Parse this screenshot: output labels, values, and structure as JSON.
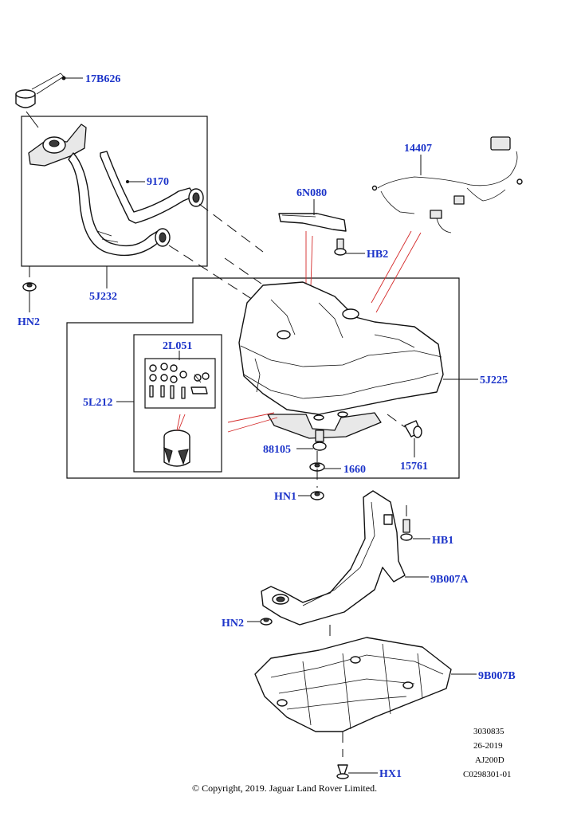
{
  "callouts": {
    "c17B626": "17B626",
    "c9170": "9170",
    "c5J232": "5J232",
    "cHN2_top": "HN2",
    "c6N080": "6N080",
    "cHB2": "HB2",
    "c14407": "14407",
    "c2L051": "2L051",
    "c5L212": "5L212",
    "c5J225": "5J225",
    "c88105": "88105",
    "c1660": "1660",
    "c15761": "15761",
    "cHN1": "HN1",
    "cHB1": "HB1",
    "c9B007A": "9B007A",
    "cHN2_bottom": "HN2",
    "c9B007B": "9B007B",
    "cHX1": "HX1"
  },
  "reference": {
    "line1": "3030835",
    "line2": "26-2019",
    "line3": "AJ200D",
    "line4": "C0298301-01"
  },
  "copyright": "© Copyright, 2019. Jaguar Land Rover Limited.",
  "colors": {
    "callout": "#1b33c9",
    "leader_red": "#d42a2a",
    "line": "#111111"
  }
}
